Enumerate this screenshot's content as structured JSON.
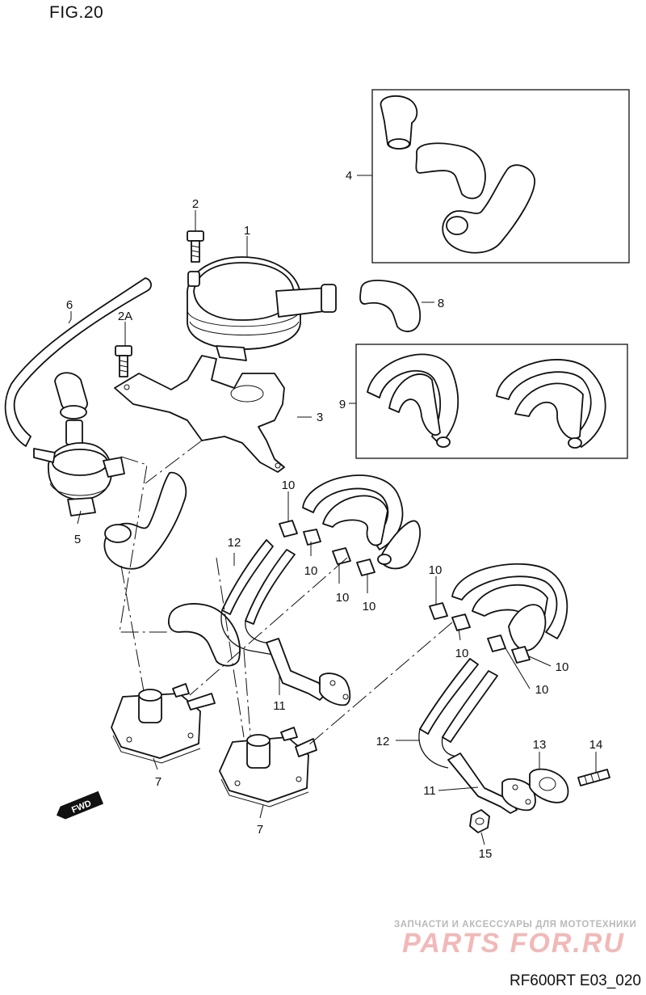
{
  "figure": {
    "title": "FIG.20",
    "code": "RF600RT E03_020"
  },
  "watermark": {
    "tagline": "ЗАПЧАСТИ И АКСЕССУАРЫ ДЛЯ МОТОТЕХНИКИ",
    "logo_text": "PARTS FOR.RU"
  },
  "fwd_badge": "FWD",
  "callouts": {
    "c1": "1",
    "c2": "2",
    "c2a": "2A",
    "c3": "3",
    "c4": "4",
    "c5": "5",
    "c6": "6",
    "c7a": "7",
    "c7b": "7",
    "c8": "8",
    "c9": "9",
    "c10a": "10",
    "c10b": "10",
    "c10c": "10",
    "c10d": "10",
    "c10e": "10",
    "c10f": "10",
    "c10g": "10",
    "c10h": "10",
    "c11a": "11",
    "c11b": "11",
    "c12a": "12",
    "c12b": "12",
    "c13": "13",
    "c14": "14",
    "c15": "15"
  }
}
